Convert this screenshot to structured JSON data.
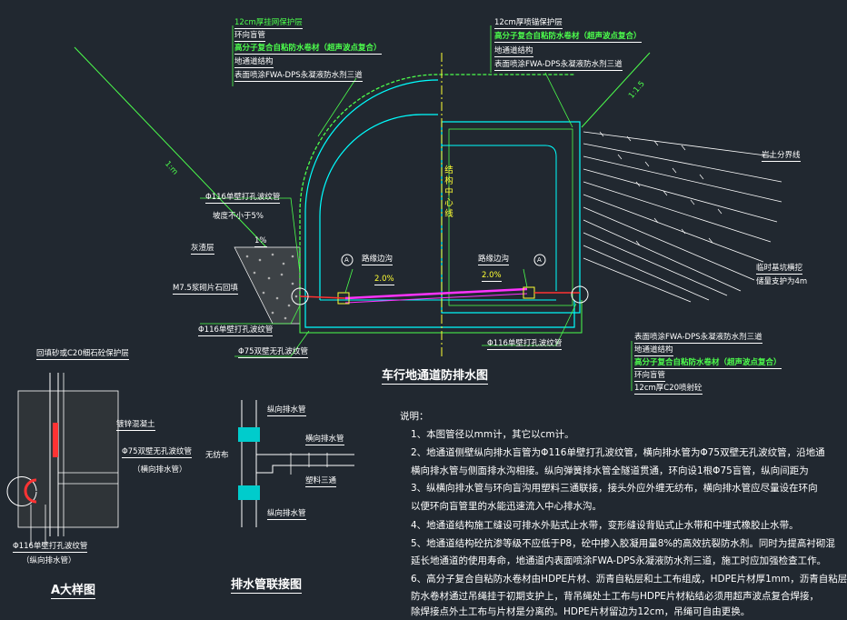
{
  "labels": {
    "left_layers": [
      "12cm厚挂网保护层",
      "环向盲管",
      "高分子复合自粘防水卷材（超声波点复合）",
      "地通道结构",
      "表面喷涂FWA-DPS永凝液防水剂三道"
    ],
    "right_layers": [
      "12cm厚喷锚保护层",
      "高分子复合自粘防水卷材（超声波点复合）",
      "地通道结构",
      "表面喷涂FWA-DPS永凝液防水剂三道"
    ],
    "bottom_layers": [
      "表面喷涂FWA-DPS永凝液防水剂三道",
      "地通道结构",
      "高分子复合自粘防水卷材（超声波点复合）",
      "环向盲管",
      "12cm厚C20喷射砼"
    ],
    "slope_left": "1:m",
    "slope_right": "1:1.5",
    "center_line": "结构中心线",
    "rock_layer": "岩土分界线",
    "temp_slope_1": "临时基坑横挖",
    "temp_slope_2": "储量支护为4m",
    "pipe_116_left": "Φ116单壁打孔波纹管",
    "slope_min": "坡度不小于5%",
    "backfill": "灰渣层",
    "slope_pct": "1%",
    "masonry": "M7.5浆砌片石回填",
    "pipe_116_bottom": "Φ116单壁打孔波纹管",
    "pipe_75": "Φ75双壁无孔波纹管",
    "pipe_116_right": "Φ116单壁打孔波纹管",
    "ditch_left": "路缘边沟",
    "ditch_right": "路缘边沟",
    "grade_left": "2.0%",
    "grade_right": "2.0%",
    "marker_a": "A",
    "detail_protect": "回填砂或C20细石砼保护层",
    "detail_concrete": "镀锌混凝土",
    "detail_pipe75": "Φ75双壁无孔波纹管",
    "detail_pipe75_sub": "（横向排水管）",
    "detail_pipe116": "Φ116单壁打孔波纹管",
    "detail_pipe116_sub": "（纵向排水管）",
    "joint_top": "纵向排水管",
    "joint_lateral": "横向排水管",
    "joint_nodrain": "无纺布",
    "joint_tee": "塑料三通",
    "joint_bottom": "纵向排水管"
  },
  "titles": {
    "main": "车行地通道防排水图",
    "detail_a": "A大样图",
    "joint": "排水管联接图"
  },
  "notes": {
    "heading": "说明：",
    "lines": [
      "1、本图管径以mm计，其它以cm计。",
      "2、地通道侧壁纵向排水盲管为Φ116单壁打孔波纹管，横向排水管为Φ75双壁无孔波纹管，沿地通",
      "   横向排水管与侧面排水沟相接。纵向弹簧排水管全隧道贯通，环向设1根Φ75盲管，纵向间距为",
      "3、纵横向排水管与环向盲沟用塑料三通联接，接头外应外缠无纺布，横向排水管应尽量设在环向",
      "   以便环向盲管里的水能迅速流入中心排水沟。",
      "4、地通道结构施工缝设可排水外贴式止水带，变形缝设背贴式止水带和中埋式橡胶止水带。",
      "5、地通道结构砼抗渗等级不应低于P8，砼中掺入胶凝用量8%的高效抗裂防水剂。同时为提高衬砌混",
      "   延长地通道的使用寿命，地通道内表面喷涂FWA-DPS永凝液防水剂三道，施工时应加强检查工作。",
      "6、高分子复合自粘防水卷材由HDPE片材、沥青自粘层和土工布组成，HDPE片材厚1mm，沥青自粘层",
      "   防水卷材通过吊绳挂于初期支护上，背吊绳处土工布与HDPE片材粘结必须用超声波点复合焊接，",
      "   除焊接点外土工布与片材是分离的。HDPE片材留边为12cm，吊绳可自由更换。"
    ]
  },
  "colors": {
    "background": "#212830",
    "structure": "#00ffff",
    "membrane": "#4cff4c",
    "center_line": "#ffff33",
    "drain_slab": "#ff33ff",
    "pipe": "#ff3333",
    "text": "#ffffff"
  }
}
